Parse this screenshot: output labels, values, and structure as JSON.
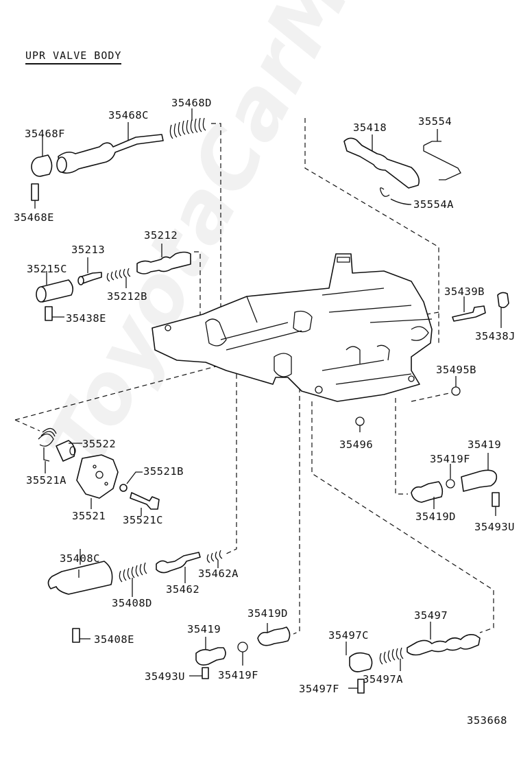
{
  "title": "UPR VALVE BODY",
  "watermark": "ToyotaCarMine.ru",
  "diagram_id": "353668",
  "labels": {
    "p35468F": "35468F",
    "p35468C": "35468C",
    "p35468D": "35468D",
    "p35468E": "35468E",
    "p35418": "35418",
    "p35554": "35554",
    "p35554A": "35554A",
    "p35212": "35212",
    "p35213": "35213",
    "p35215C": "35215C",
    "p35212B": "35212B",
    "p35438E": "35438E",
    "p35439B": "35439B",
    "p35438J": "35438J",
    "p35495B": "35495B",
    "p35496": "35496",
    "p35522": "35522",
    "p35521A": "35521A",
    "p35521B": "35521B",
    "p35521": "35521",
    "p35521C": "35521C",
    "p35419_r": "35419",
    "p35419F_r": "35419F",
    "p35419D_r": "35419D",
    "p35493U_r": "35493U",
    "p35408C": "35408C",
    "p35408D": "35408D",
    "p35462": "35462",
    "p35462A": "35462A",
    "p35408E": "35408E",
    "p35419D_b": "35419D",
    "p35419_b": "35419",
    "p35419F_b": "35419F",
    "p35493U_b": "35493U",
    "p35497C": "35497C",
    "p35497": "35497",
    "p35497A": "35497A",
    "p35497F": "35497F"
  }
}
